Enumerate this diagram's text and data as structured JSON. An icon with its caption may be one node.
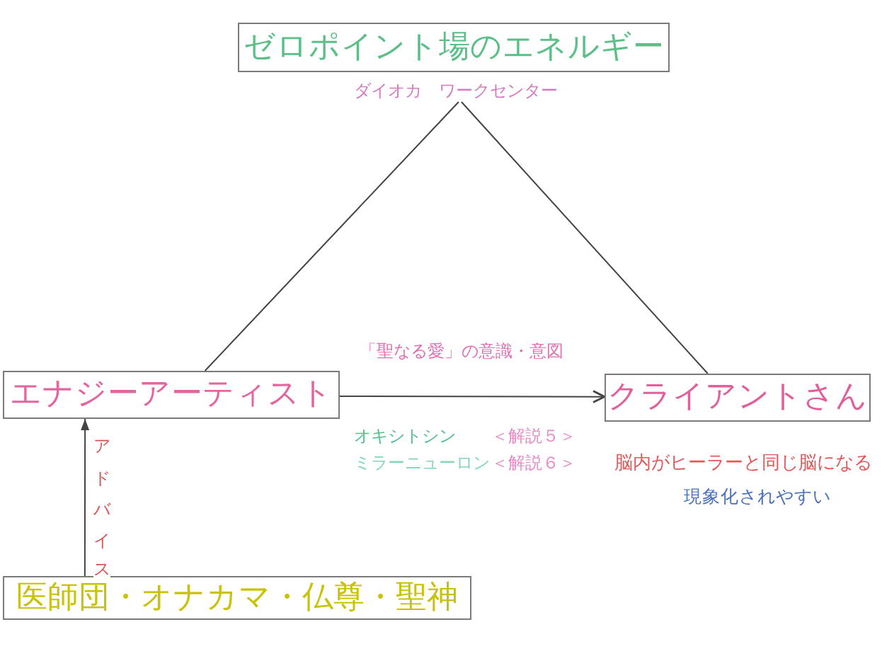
{
  "diagram": {
    "nodes": [
      {
        "text": [
          "ゼロポイント場のエネルギー"
        ]
      },
      {
        "text": [
          "ダイオカ　ワークセンター"
        ]
      },
      {
        "text": [
          "エナジーアーティスト"
        ]
      },
      {
        "text": [
          "クライアントさん"
        ]
      },
      {
        "text": [
          "医師団・オナカマ・仏尊・聖神"
        ]
      }
    ],
    "edges": [
      {
        "from": 1,
        "to": 2,
        "arrow": "none"
      },
      {
        "from": 1,
        "to": 3,
        "arrow": "none"
      },
      {
        "from": 2,
        "to": 3,
        "arrow": "to",
        "label": "「聖なる愛」の意識・意図"
      },
      {
        "from": 4,
        "to": 2,
        "arrow": "to",
        "label": "アドバイス"
      }
    ],
    "labels": [
      "オキシトシン",
      "＜解説５＞",
      "ミラーニューロン",
      "＜解説６＞",
      "脳内がヒーラーと同じ脳になる",
      "現象化されやすい"
    ]
  }
}
